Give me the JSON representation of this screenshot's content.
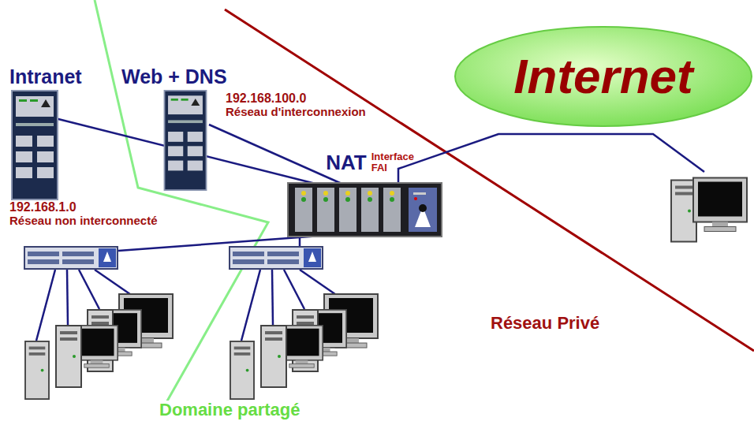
{
  "diagram": {
    "nodes": [
      {
        "text": [
          "Internet"
        ]
      },
      {
        "text": [
          "NAT",
          "Interface FAI"
        ]
      }
    ],
    "labels": [
      "Intranet",
      "Web + DNS",
      "192.168.100.0",
      "Réseau d'interconnexion",
      "192.168.1.0",
      "Réseau non interconnecté",
      "Réseau Privé",
      "Domaine partagé"
    ]
  }
}
